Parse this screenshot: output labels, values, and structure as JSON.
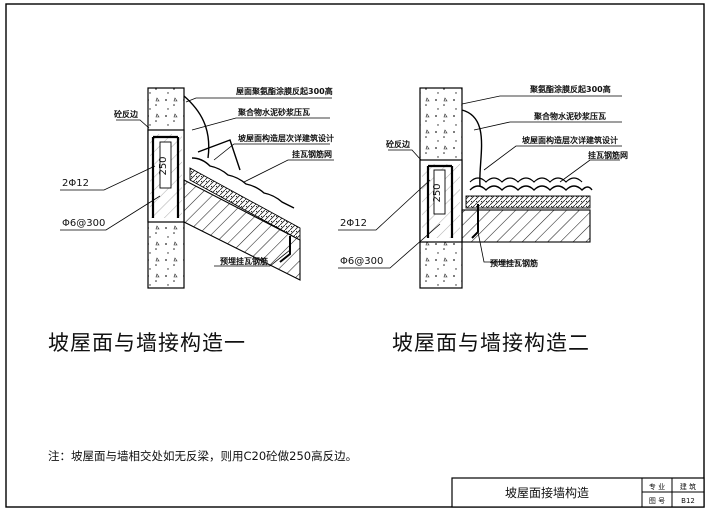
{
  "detail_1": {
    "title": "坡屋面与墙接构造一",
    "labels": {
      "coating": "屋面聚氨酯涂膜反起300高",
      "mortar": "聚合物水泥砂浆压瓦",
      "layers": "坡屋面构造层次详建筑设计",
      "mesh": "挂瓦钢筋网",
      "curb": "砼反边",
      "bars": "2Φ12",
      "stirrup": "Φ6@300",
      "embedded": "预埋挂瓦钢筋",
      "dim": "250"
    }
  },
  "detail_2": {
    "title": "坡屋面与墙接构造二",
    "labels": {
      "coating": "聚氨酯涂膜反起300高",
      "mortar": "聚合物水泥砂浆压瓦",
      "layers": "坡屋面构造层次详建筑设计",
      "mesh": "挂瓦钢筋网",
      "curb": "砼反边",
      "bars": "2Φ12",
      "stirrup": "Φ6@300",
      "embedded": "预埋挂瓦钢筋",
      "dim": "250"
    }
  },
  "note": "注：坡屋面与墙相交处如无反梁，则用C20砼做250高反边。",
  "title_block": {
    "title": "坡屋面接墙构造",
    "major_label": "专 业",
    "major_value": "建 筑",
    "drawing_no_label": "图 号",
    "drawing_no_value": "B12"
  }
}
